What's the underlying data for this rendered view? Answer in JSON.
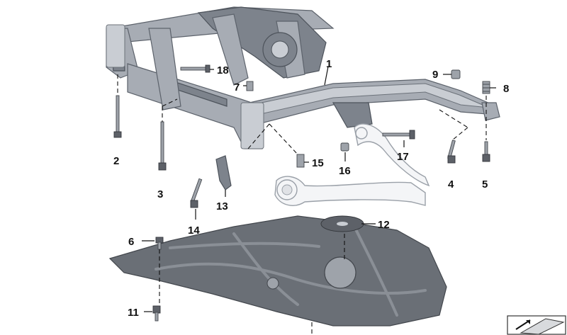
{
  "diagram": {
    "callouts": [
      {
        "id": "1",
        "text": "1"
      },
      {
        "id": "2",
        "text": "2"
      },
      {
        "id": "3",
        "text": "3"
      },
      {
        "id": "4",
        "text": "4"
      },
      {
        "id": "5",
        "text": "5"
      },
      {
        "id": "6",
        "text": "6"
      },
      {
        "id": "7",
        "text": "7"
      },
      {
        "id": "8",
        "text": "8"
      },
      {
        "id": "9",
        "text": "9"
      },
      {
        "id": "11",
        "text": "11"
      },
      {
        "id": "12",
        "text": "12"
      },
      {
        "id": "13",
        "text": "13"
      },
      {
        "id": "14",
        "text": "14"
      },
      {
        "id": "15",
        "text": "15"
      },
      {
        "id": "16",
        "text": "16"
      },
      {
        "id": "17",
        "text": "17"
      },
      {
        "id": "18",
        "text": "18"
      }
    ],
    "colors": {
      "frame": "#a7acb4",
      "underbody_plate": "#6a6f76",
      "control_arm": "#f4f5f7",
      "text": "#111111"
    },
    "corner_icon": "parts-catalog-corner-icon"
  }
}
